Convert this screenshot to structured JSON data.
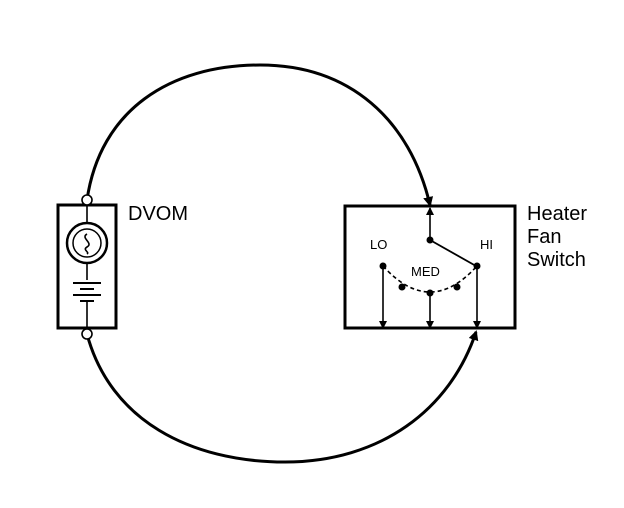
{
  "meter": {
    "label": "DVOM"
  },
  "switch": {
    "title_lines": [
      "Heater",
      "Fan",
      "Switch"
    ],
    "lo_label": "LO",
    "med_label": "MED",
    "hi_label": "HI"
  }
}
